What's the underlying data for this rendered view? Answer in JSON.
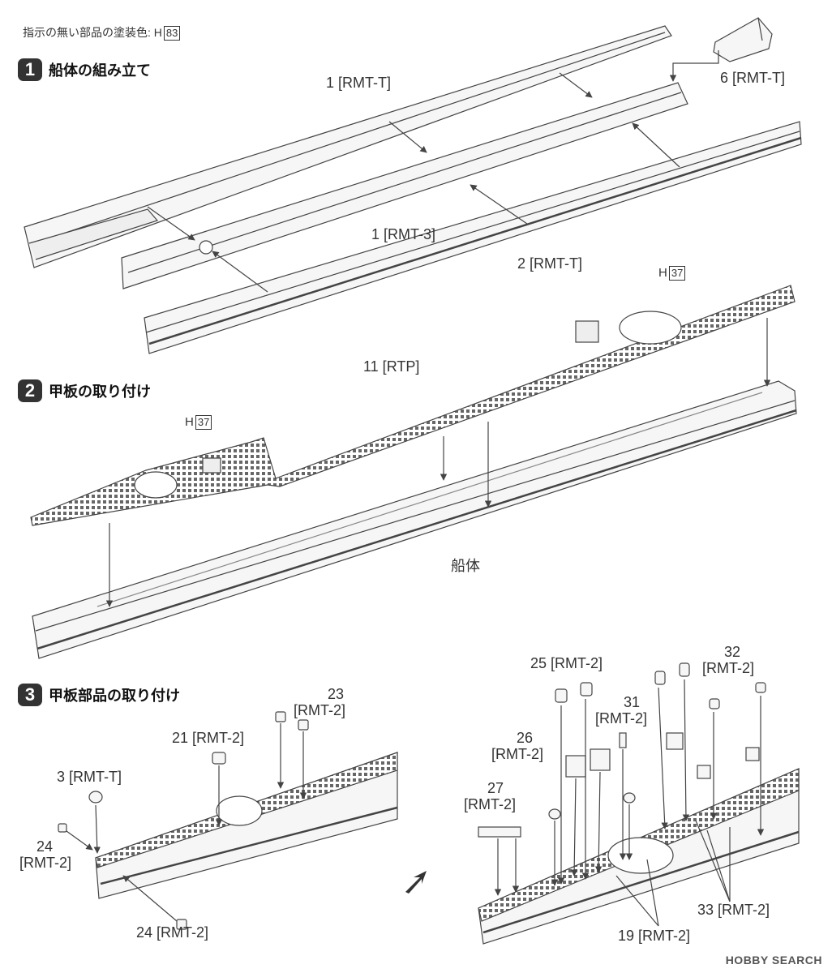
{
  "paint_note": {
    "text": "指示の無い部品の塗装色:",
    "code_prefix": "H",
    "code": "83"
  },
  "steps": [
    {
      "number": "1",
      "title": "船体の組み立て"
    },
    {
      "number": "2",
      "title": "甲板の取り付け"
    },
    {
      "number": "3",
      "title": "甲板部品の取り付け"
    }
  ],
  "step1_labels": {
    "part_1_rmt_t": "1 [RMT-T]",
    "part_6_rmt_t": "6 [RMT-T]",
    "part_1_rmt_3": "1 [RMT-3]",
    "part_2_rmt_t": "2 [RMT-T]"
  },
  "step2_labels": {
    "part_11_rtp": "11 [RTP]",
    "hull": "船体",
    "h_code_prefix": "H",
    "h_code_stern": "37",
    "h_code_bow": "37"
  },
  "step3_labels": {
    "part_23_num": "23",
    "part_23_code": "[RMT-2]",
    "part_21": "21 [RMT-2]",
    "part_3": "3 [RMT-T]",
    "part_24_left_num": "24",
    "part_24_left_code": "[RMT-2]",
    "part_24_bottom": "24 [RMT-2]",
    "part_25": "25 [RMT-2]",
    "part_32_num": "32",
    "part_32_code": "[RMT-2]",
    "part_31_num": "31",
    "part_31_code": "[RMT-2]",
    "part_26_num": "26",
    "part_26_code": "[RMT-2]",
    "part_27_num": "27",
    "part_27_code": "[RMT-2]",
    "part_33": "33 [RMT-2]",
    "part_19": "19 [RMT-2]"
  },
  "watermark": "HOBBY SEARCH",
  "colors": {
    "line": "#444444",
    "fill": "#f4f4f4",
    "badge": "#333333"
  }
}
